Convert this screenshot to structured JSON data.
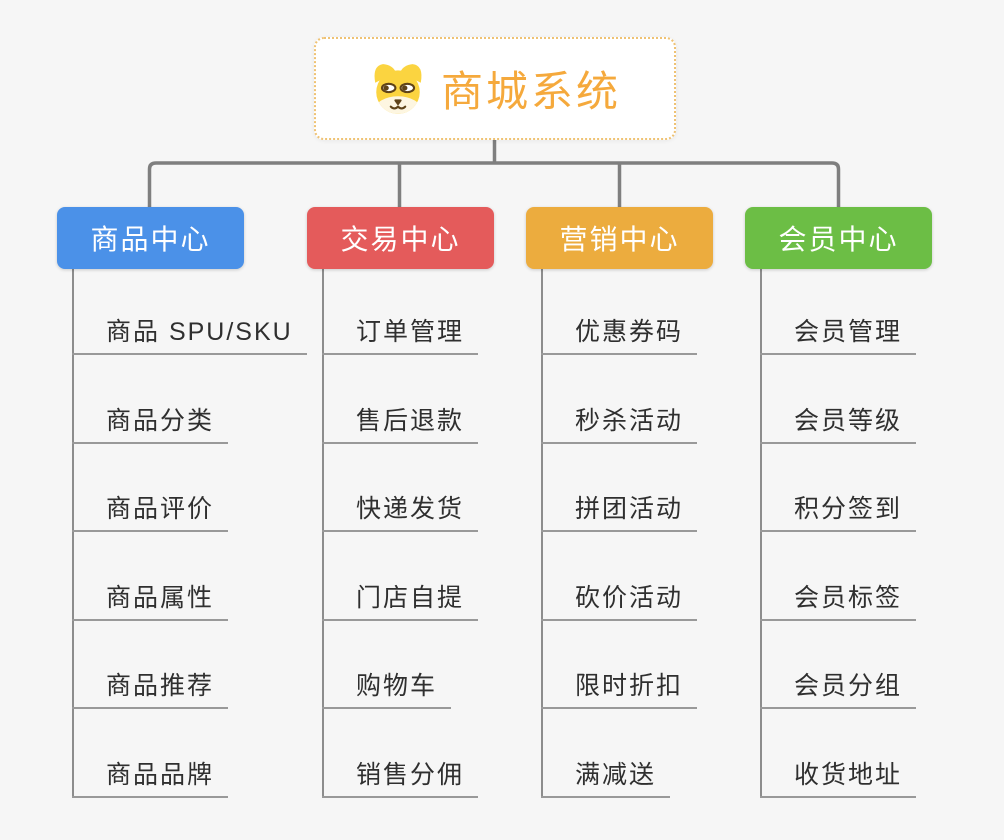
{
  "page": {
    "background_color": "#f6f6f6",
    "connector_color": "#7f7f7f",
    "underline_color": "#999999"
  },
  "root": {
    "title": "商城系统",
    "icon": "shiba-dog-icon",
    "text_color": "#f5a93c",
    "border_color": "#efc274",
    "background": "#ffffff"
  },
  "branches": [
    {
      "label": "商品中心",
      "color": "#4b91e8",
      "children": [
        "商品 SPU/SKU",
        "商品分类",
        "商品评价",
        "商品属性",
        "商品推荐",
        "商品品牌"
      ]
    },
    {
      "label": "交易中心",
      "color": "#e45b5b",
      "children": [
        "订单管理",
        "售后退款",
        "快递发货",
        "门店自提",
        "购物车",
        "销售分佣"
      ]
    },
    {
      "label": "营销中心",
      "color": "#ecac3e",
      "children": [
        "优惠券码",
        "秒杀活动",
        "拼团活动",
        "砍价活动",
        "限时折扣",
        "满减送"
      ]
    },
    {
      "label": "会员中心",
      "color": "#6cbe45",
      "children": [
        "会员管理",
        "会员等级",
        "积分签到",
        "会员标签",
        "会员分组",
        "收货地址"
      ]
    }
  ]
}
